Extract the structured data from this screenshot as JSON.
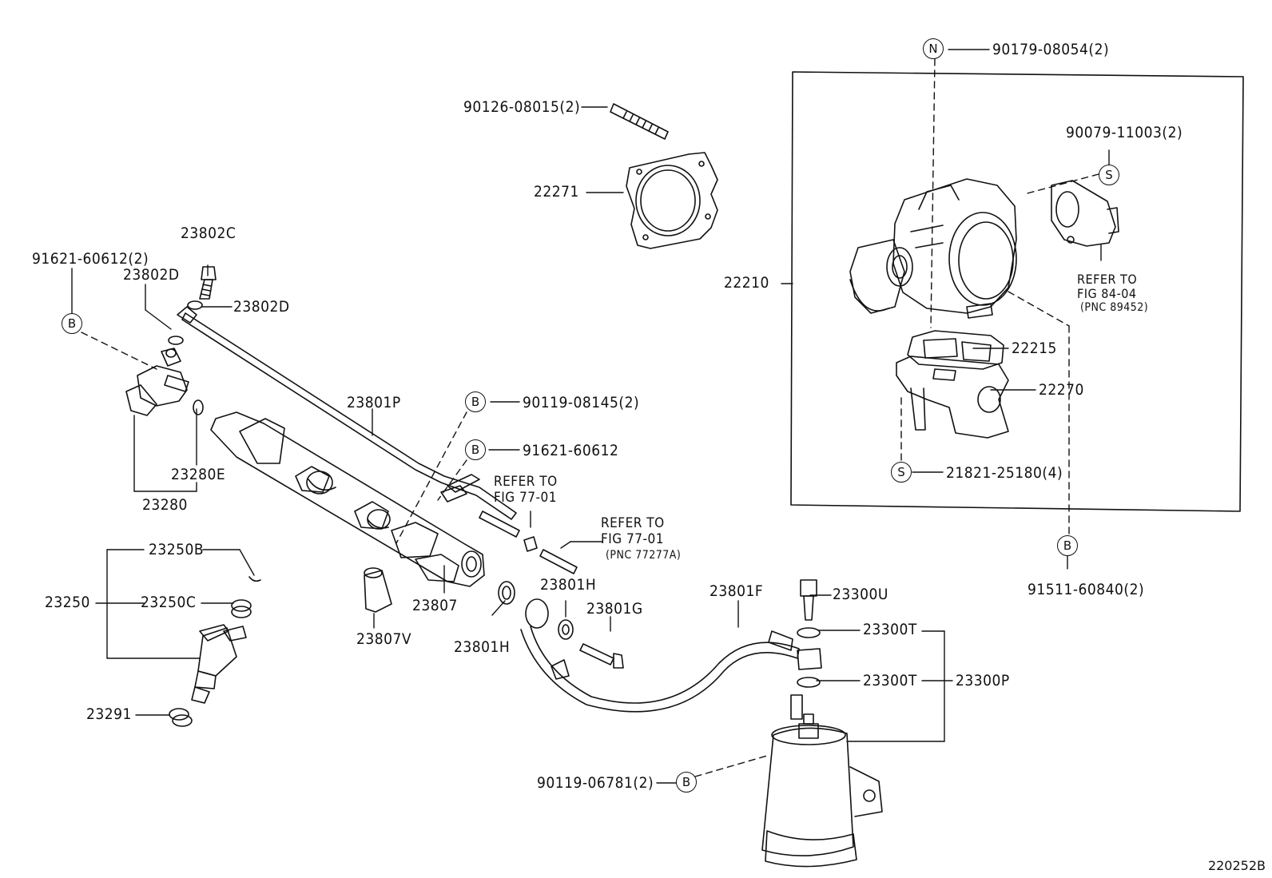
{
  "parts": {
    "p90179": "90179-08054(2)",
    "p90126": "90126-08015(2)",
    "p22271": "22271",
    "p22210": "22210",
    "p90079": "90079-11003(2)",
    "ref84_l1": "REFER TO",
    "ref84_l2": "FIG 84-04",
    "ref84_l3": "(PNC 89452)",
    "p22215": "22215",
    "p22270": "22270",
    "p21821": "21821-25180(4)",
    "p91511": "91511-60840(2)",
    "p91621a": "91621-60612(2)",
    "p23802C": "23802C",
    "p23802D_l": "23802D",
    "p23802D_r": "23802D",
    "p23801P": "23801P",
    "p90119a": "90119-08145(2)",
    "p91621b": "91621-60612",
    "ref77a_l1": "REFER TO",
    "ref77a_l2": "FIG 77-01",
    "ref77b_l1": "REFER TO",
    "ref77b_l2": "FIG 77-01",
    "ref77b_l3": "(PNC 77277A)",
    "p23280E": "23280E",
    "p23280": "23280",
    "p23250B": "23250B",
    "p23250": "23250",
    "p23250C": "23250C",
    "p23291": "23291",
    "p23807V": "23807V",
    "p23807": "23807",
    "p23801H_a": "23801H",
    "p23801H_b": "23801H",
    "p23801G": "23801G",
    "p23801F": "23801F",
    "p23300U": "23300U",
    "p23300T_a": "23300T",
    "p23300T_b": "23300T",
    "p23300P": "23300P",
    "p90119b": "90119-06781(2)"
  },
  "markers": {
    "N": "N",
    "S": "S",
    "B": "B"
  },
  "figure_id": "220252B"
}
